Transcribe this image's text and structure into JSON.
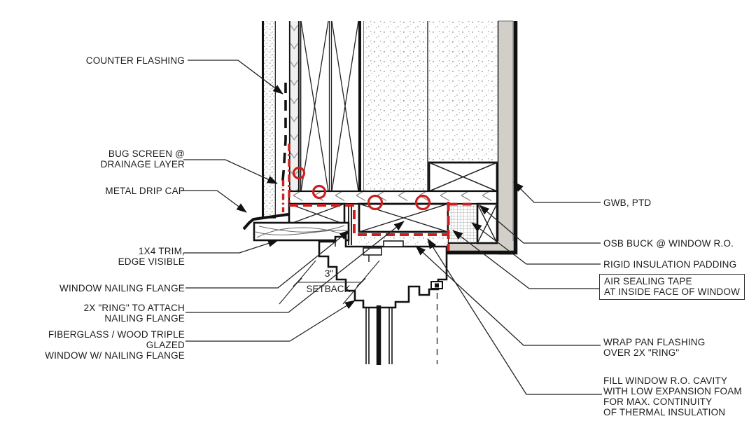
{
  "figure": {
    "type": "architectural-section-detail",
    "subject": "window head detail at thick insulated wall",
    "colors": {
      "line": "#1a1a1a",
      "annotation_red": "#cc2020",
      "gwb_fill": "#d2cfc9",
      "paper": "#ffffff"
    }
  },
  "labels": {
    "left": [
      {
        "id": "counter-flashing",
        "text": "COUNTER FLASHING"
      },
      {
        "id": "bug-screen",
        "text": "BUG SCREEN @\nDRAINAGE LAYER"
      },
      {
        "id": "metal-drip-cap",
        "text": "METAL DRIP CAP"
      },
      {
        "id": "trim",
        "text": "1X4 TRIM,\nEDGE VISIBLE"
      },
      {
        "id": "window-nailing-flange",
        "text": "WINDOW NAILING FLANGE"
      },
      {
        "id": "2x-ring",
        "text": "2X \"RING\" TO ATTACH\nNAILING FLANGE"
      },
      {
        "id": "fiberglass-window",
        "text": "FIBERGLASS / WOOD TRIPLE GLAZED\nWINDOW W/ NAILING FLANGE"
      }
    ],
    "right": [
      {
        "id": "gwb",
        "text": "GWB, PTD"
      },
      {
        "id": "osb-buck",
        "text": "OSB BUCK @ WINDOW R.O."
      },
      {
        "id": "rigid-insulation",
        "text": "RIGID INSULATION PADDING"
      },
      {
        "id": "air-sealing-tape",
        "text": "AIR SEALING TAPE\nAT INSIDE FACE OF WINDOW",
        "boxed": true
      },
      {
        "id": "wrap-pan-flashing",
        "text": "WRAP PAN FLASHING\nOVER 2X \"RING\""
      },
      {
        "id": "fill-cavity",
        "text": "FILL WINDOW R.O. CAVITY\nWITH LOW EXPANSION FOAM\nFOR MAX. CONTINUITY\nOF THERMAL INSULATION"
      }
    ]
  },
  "dimension": {
    "value": "3\"",
    "label": "SETBACK"
  }
}
